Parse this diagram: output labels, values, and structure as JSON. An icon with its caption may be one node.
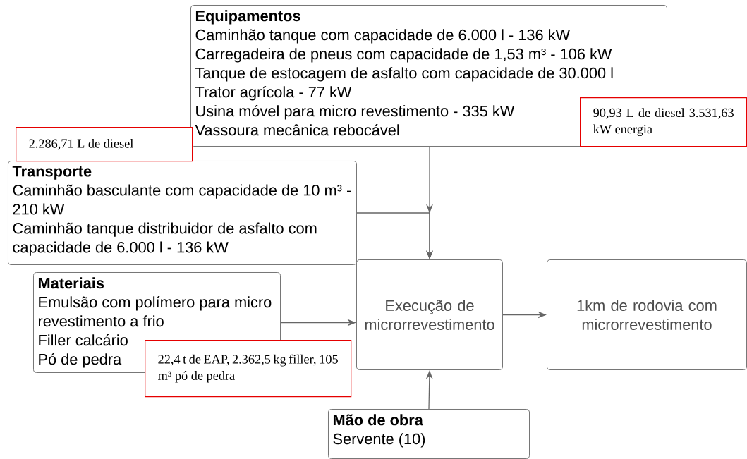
{
  "diagram": {
    "nodes": [
      {
        "text": [
          "Equipamentos",
          "Caminhão tanque com capacidade de 6.000 l - 136 kW",
          "Carregadeira de pneus com capacidade de 1,53 m³ - 106 kW",
          "Tanque de estocagem de asfalto com capacidade de 30.000 l",
          "Trator agrícola - 77 kW",
          "Usina móvel para micro revestimento - 335 kW",
          "Vassoura mecânica rebocável"
        ]
      },
      {
        "text": [
          "Transporte",
          "Caminhão basculante com capacidade de 10 m³ - 210 kW",
          "Caminhão tanque distribuidor de asfalto com capacidade de 6.000 l - 136 kW"
        ]
      },
      {
        "text": [
          "Materiais",
          "Emulsão com polímero para micro revestimento a frio",
          "Filler calcário",
          "Pó de pedra"
        ]
      },
      {
        "text": [
          "Execução de microrrevestimento"
        ]
      },
      {
        "text": [
          "1km de rodovia com microrrevestimento"
        ]
      },
      {
        "text": [
          "Mão de obra",
          "Servente (10)"
        ]
      },
      {
        "text": [
          "2.286,71 L de diesel"
        ]
      },
      {
        "text": [
          "90,93 L de diesel 3.531,63 kW energia"
        ]
      },
      {
        "text": [
          "22,4 t de EAP, 2.362,5 kg filler, 105 m³ pó de pedra"
        ]
      }
    ],
    "edges": [
      {
        "from": 0,
        "to": 3,
        "arrow": "to"
      },
      {
        "from": 1,
        "to": 3,
        "arrow": "to"
      },
      {
        "from": 2,
        "to": 3,
        "arrow": "to"
      },
      {
        "from": 3,
        "to": 4,
        "arrow": "to"
      },
      {
        "from": 5,
        "to": 3,
        "arrow": "to"
      }
    ]
  }
}
